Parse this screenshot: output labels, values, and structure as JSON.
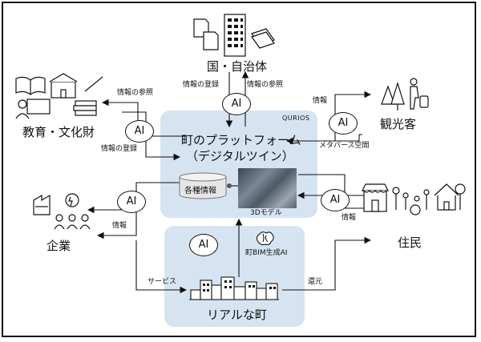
{
  "labels": {
    "gov": "国・自治体",
    "education": "教育・文化財",
    "tourist": "観光客",
    "company": "企業",
    "resident": "住民",
    "platform_line1": "町のプラットフォーム",
    "platform_line2": "（デジタルツイン）",
    "qurios": "QURIOS",
    "db": "各種情報",
    "model": "3Dモデル",
    "real_town": "リアルな町",
    "bim": "町BIM生成AI",
    "ai": "AI"
  },
  "edges": {
    "gov_register": "情報の登録",
    "gov_refer": "情報の参照",
    "edu_refer": "情報の参照",
    "edu_register": "情報の登録",
    "tourist_info": "情報",
    "metaverse": "メタバース空間",
    "company_info": "情報",
    "resident_info": "情報",
    "service": "サービス",
    "return": "還元"
  }
}
